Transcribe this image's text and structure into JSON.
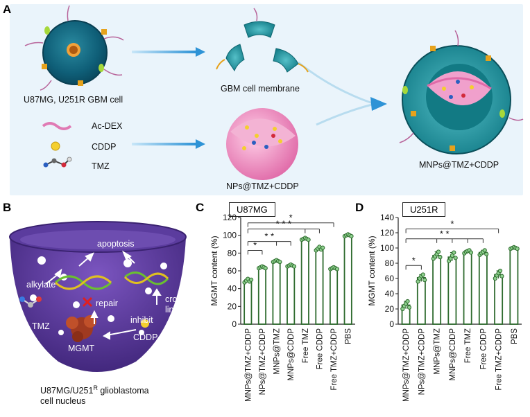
{
  "panel_a": {
    "letter": "A",
    "cell_label": "U87MG, U251R GBM cell",
    "membrane_label": "GBM cell membrane",
    "nps_label": "NPs@TMZ+CDDP",
    "mnps_label": "MNPs@TMZ+CDDP",
    "legend": [
      {
        "name": "Ac-DEX",
        "icon": "wavy-line-icon"
      },
      {
        "name": "CDDP",
        "icon": "yellow-sphere-icon"
      },
      {
        "name": "TMZ",
        "icon": "molecule-icon"
      }
    ]
  },
  "panel_b": {
    "letter": "B",
    "labels": {
      "apoptosis": "apoptosis",
      "alkylate": "alkylate",
      "repair": "repair",
      "cross_linking_1": "cross-",
      "cross_linking_2": "linking",
      "inhibit": "inhibit",
      "tmz": "TMZ",
      "cddp": "CDDP",
      "mgmt": "MGMT"
    },
    "caption_line1": "U87MG/U251",
    "caption_sup": "R",
    "caption_line1_end": " glioblastoma",
    "caption_line2": "cell nucleus"
  },
  "colors": {
    "bar": "#2e6b2e",
    "dot_fill": "#8fd18f",
    "arrow": "#3a9ad9",
    "nucleus": "#5a3a9a"
  },
  "chart_data": [
    {
      "type": "bar",
      "panel_letter": "C",
      "title": "U87MG",
      "ylabel": "MGMT content (%)",
      "ylim": [
        0,
        120
      ],
      "yticks": [
        "0",
        "20",
        "40",
        "60",
        "80",
        "100",
        "120"
      ],
      "categories": [
        "MNPs@TMZ+CDDP",
        "NPs@TMZ+CDDP",
        "MNPs@TMZ",
        "MNPs@CDDP",
        "Free TMZ",
        "Free CDDP",
        "Free TMZ+CDDP",
        "PBS"
      ],
      "values": [
        49,
        64,
        71,
        66,
        96,
        85,
        63,
        100
      ],
      "points": [
        [
          47,
          49,
          51,
          48,
          50
        ],
        [
          63,
          64,
          65,
          64,
          63
        ],
        [
          70,
          71,
          72,
          71,
          70
        ],
        [
          65,
          66,
          67,
          66,
          65
        ],
        [
          95,
          96,
          97,
          96,
          95
        ],
        [
          83,
          85,
          87,
          84,
          86
        ],
        [
          62,
          63,
          64,
          63,
          62
        ],
        [
          99,
          100,
          101,
          100,
          99
        ]
      ],
      "significance": [
        "*",
        "* *",
        "* * *",
        "*"
      ]
    },
    {
      "type": "bar",
      "panel_letter": "D",
      "title": "U251R",
      "ylabel": "MGMT content (%)",
      "ylim": [
        0,
        140
      ],
      "yticks": [
        "0",
        "20",
        "40",
        "60",
        "80",
        "100",
        "120",
        "140"
      ],
      "categories": [
        "MNPs@TMZ+CDDP",
        "NPs@TMZ+CDDP",
        "MNPs@TMZ",
        "MNPs@CDDP",
        "Free TMZ",
        "Free CDDP",
        "Free TMZ+CDDP",
        "PBS"
      ],
      "values": [
        25,
        61,
        90,
        88,
        95,
        94,
        65,
        100
      ],
      "points": [
        [
          20,
          24,
          27,
          30,
          22
        ],
        [
          56,
          60,
          63,
          65,
          58
        ],
        [
          86,
          89,
          92,
          95,
          88
        ],
        [
          83,
          86,
          90,
          94,
          87
        ],
        [
          93,
          95,
          96,
          97,
          94
        ],
        [
          91,
          93,
          95,
          97,
          92
        ],
        [
          60,
          64,
          67,
          70,
          63
        ],
        [
          99,
          100,
          101,
          100,
          99
        ]
      ],
      "significance": [
        "*",
        "* *",
        "*"
      ]
    }
  ]
}
